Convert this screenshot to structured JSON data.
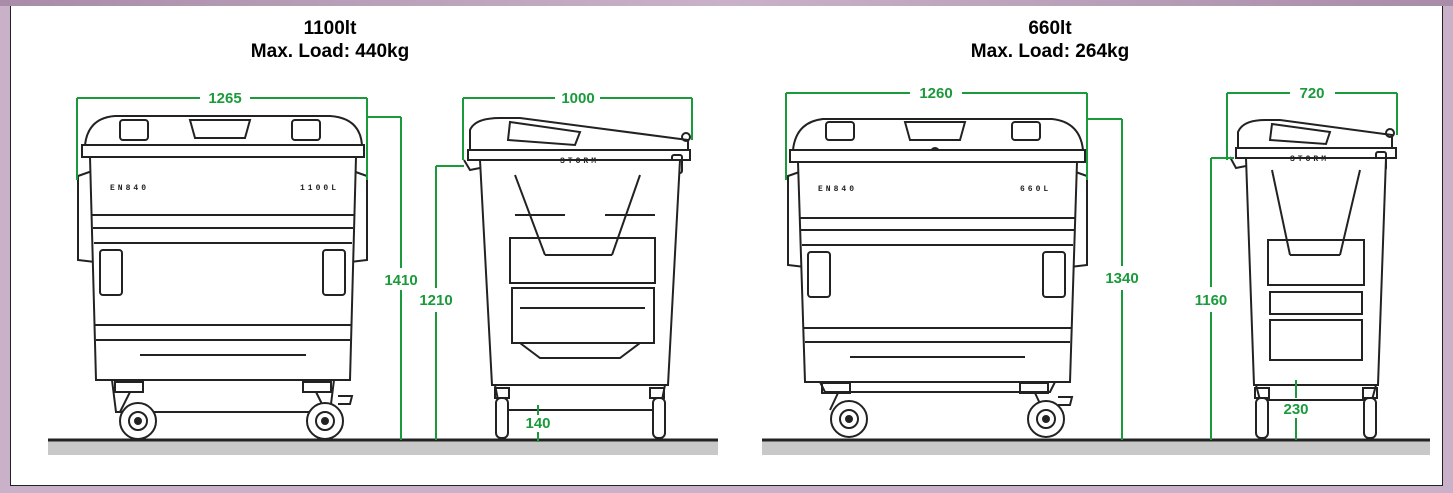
{
  "panels": [
    {
      "title": "1100lt",
      "subtitle": "Max. Load: 440kg",
      "front_width": "1265",
      "side_width": "1000",
      "total_height": "1410",
      "rim_height": "1210",
      "clearance": "140",
      "front_mark_left": "EN840",
      "front_mark_right": "1100L",
      "brand": "STORM"
    },
    {
      "title": "660lt",
      "subtitle": "Max. Load: 264kg",
      "front_width": "1260",
      "side_width": "720",
      "total_height": "1340",
      "rim_height": "1160",
      "clearance": "230",
      "front_mark_left": "EN840",
      "front_mark_right": "660L",
      "brand": "STORM"
    }
  ],
  "colors": {
    "dimension": "#1a9a3a",
    "outline": "#222222",
    "ground": "#c8c8c8",
    "frame": "#c9b2c9"
  }
}
